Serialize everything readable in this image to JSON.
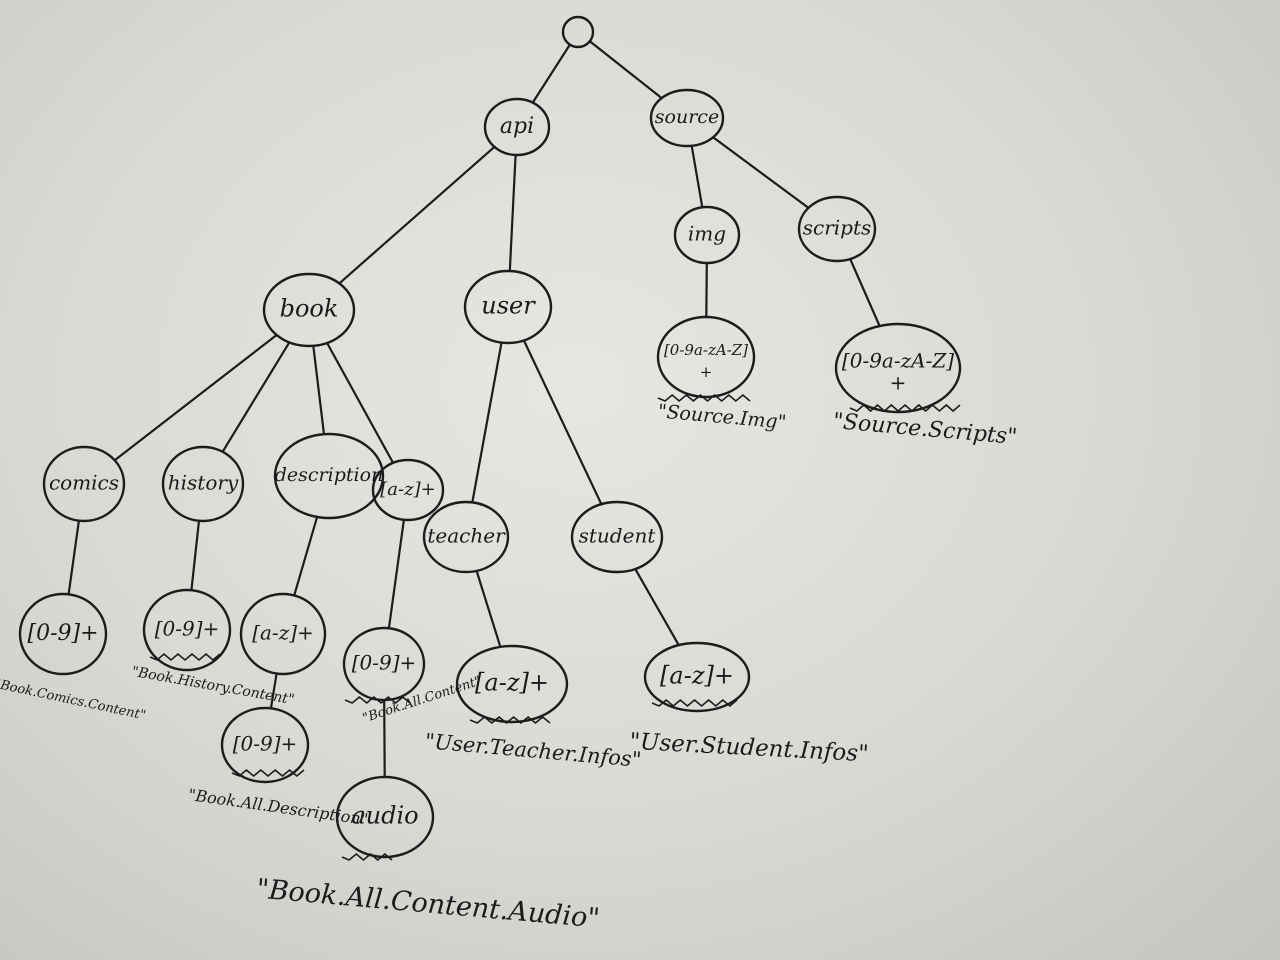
{
  "diagram": {
    "type": "route-tree",
    "nodes": [
      {
        "id": "root",
        "label": ""
      },
      {
        "id": "api",
        "label": "api"
      },
      {
        "id": "source",
        "label": "source"
      },
      {
        "id": "book",
        "label": "book"
      },
      {
        "id": "user",
        "label": "user"
      },
      {
        "id": "img",
        "label": "img"
      },
      {
        "id": "scripts",
        "label": "scripts"
      },
      {
        "id": "img-pattern",
        "label": "[0-9a-zA-Z]",
        "label2": "+"
      },
      {
        "id": "scripts-pattern",
        "label": "[0-9a-zA-Z]",
        "label2": "+"
      },
      {
        "id": "comics",
        "label": "comics"
      },
      {
        "id": "history",
        "label": "history"
      },
      {
        "id": "description",
        "label": "description"
      },
      {
        "id": "book-az",
        "label": "[a-z]+"
      },
      {
        "id": "teacher",
        "label": "teacher"
      },
      {
        "id": "student",
        "label": "student"
      },
      {
        "id": "comics-num",
        "label": "[0-9]+"
      },
      {
        "id": "history-num",
        "label": "[0-9]+"
      },
      {
        "id": "description-az",
        "label": "[a-z]+"
      },
      {
        "id": "book-az-num",
        "label": "[0-9]+"
      },
      {
        "id": "teacher-az",
        "label": "[a-z]+"
      },
      {
        "id": "student-az",
        "label": "[a-z]+"
      },
      {
        "id": "description-num",
        "label": "[0-9]+"
      },
      {
        "id": "audio",
        "label": "audio"
      }
    ],
    "edges": [
      [
        "root",
        "api"
      ],
      [
        "root",
        "source"
      ],
      [
        "api",
        "book"
      ],
      [
        "api",
        "user"
      ],
      [
        "source",
        "img"
      ],
      [
        "source",
        "scripts"
      ],
      [
        "img",
        "img-pattern"
      ],
      [
        "scripts",
        "scripts-pattern"
      ],
      [
        "book",
        "comics"
      ],
      [
        "book",
        "history"
      ],
      [
        "book",
        "description"
      ],
      [
        "book",
        "book-az"
      ],
      [
        "user",
        "teacher"
      ],
      [
        "user",
        "student"
      ],
      [
        "comics",
        "comics-num"
      ],
      [
        "history",
        "history-num"
      ],
      [
        "description",
        "description-az"
      ],
      [
        "book-az",
        "book-az-num"
      ],
      [
        "teacher",
        "teacher-az"
      ],
      [
        "student",
        "student-az"
      ],
      [
        "description-az",
        "description-num"
      ],
      [
        "book-az-num",
        "audio"
      ]
    ],
    "route_labels": [
      {
        "id": "source-img",
        "text": "\"Source.Img\""
      },
      {
        "id": "source-scripts",
        "text": "\"Source.Scripts\""
      },
      {
        "id": "book-comics-content",
        "text": "\"Book.Comics.Content\""
      },
      {
        "id": "book-history-content",
        "text": "\"Book.History.Content\""
      },
      {
        "id": "book-all-description",
        "text": "\"Book.All.Description\""
      },
      {
        "id": "book-all-content",
        "text": "\"Book.All.Content\""
      },
      {
        "id": "user-teacher-infos",
        "text": "\"User.Teacher.Infos\""
      },
      {
        "id": "user-student-infos",
        "text": "\"User.Student.Infos\""
      },
      {
        "id": "book-all-content-audio",
        "text": "\"Book.All.Content.Audio\""
      }
    ]
  }
}
